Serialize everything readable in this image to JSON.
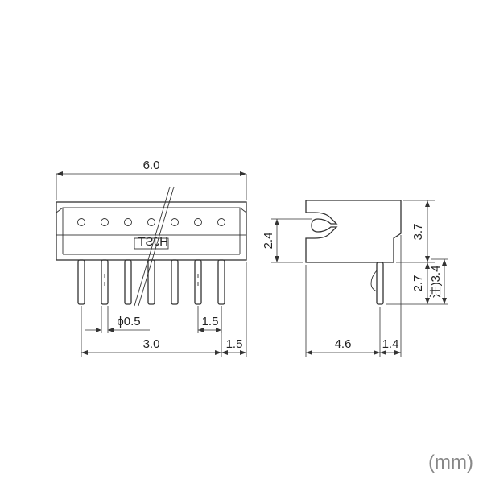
{
  "front_view": {
    "dim_width": "6.0",
    "dim_pin_span": "3.0",
    "dim_edge_right": "1.5",
    "dim_pitch": "1.5",
    "dim_pin_diameter": "ϕ0.5",
    "marking": "HJST"
  },
  "side_view": {
    "dim_latch_height": "2.4",
    "dim_body_height": "3.7",
    "dim_pin_length": "2.7",
    "dim_note_total": "注)3.4",
    "dim_depth": "4.6",
    "dim_pin_offset": "1.4"
  },
  "unit_label": "(mm)"
}
